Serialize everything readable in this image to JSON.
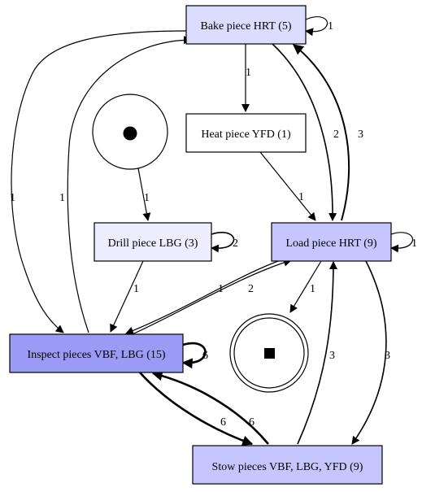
{
  "diagram": {
    "nodes": [
      {
        "id": "bake",
        "label": "Bake piece HRT (5)",
        "fill": "#dcdcff"
      },
      {
        "id": "heat",
        "label": "Heat piece YFD (1)",
        "fill": "#ffffff"
      },
      {
        "id": "drill",
        "label": "Drill piece LBG (3)",
        "fill": "#ededff"
      },
      {
        "id": "load",
        "label": "Load piece HRT (9)",
        "fill": "#c6c6ff"
      },
      {
        "id": "inspect",
        "label": "Inspect pieces VBF, LBG (15)",
        "fill": "#9b9bf5"
      },
      {
        "id": "stow",
        "label": "Stow pieces VBF, LBG, YFD (9)",
        "fill": "#c6c6ff"
      },
      {
        "id": "start",
        "label": "",
        "kind": "start-place"
      },
      {
        "id": "end",
        "label": "",
        "kind": "end-place"
      }
    ],
    "edges": [
      {
        "id": "bake-self",
        "from": "bake",
        "to": "bake",
        "label": "1"
      },
      {
        "id": "bake-heat",
        "from": "bake",
        "to": "heat",
        "label": "1"
      },
      {
        "id": "bake-load",
        "from": "bake",
        "to": "load",
        "label": "2"
      },
      {
        "id": "load-bake",
        "from": "load",
        "to": "bake",
        "label": "3"
      },
      {
        "id": "bake-inspect",
        "from": "bake",
        "to": "inspect",
        "label": "1"
      },
      {
        "id": "inspect-bake",
        "from": "inspect",
        "to": "bake",
        "label": "1"
      },
      {
        "id": "heat-load",
        "from": "heat",
        "to": "load",
        "label": "1"
      },
      {
        "id": "start-drill",
        "from": "start",
        "to": "drill",
        "label": "1"
      },
      {
        "id": "drill-self",
        "from": "drill",
        "to": "drill",
        "label": "2"
      },
      {
        "id": "drill-inspect",
        "from": "drill",
        "to": "inspect",
        "label": "1"
      },
      {
        "id": "load-self",
        "from": "load",
        "to": "load",
        "label": "1"
      },
      {
        "id": "load-inspect",
        "from": "load",
        "to": "inspect",
        "label": "1"
      },
      {
        "id": "inspect-load",
        "from": "inspect",
        "to": "load",
        "label": "2"
      },
      {
        "id": "load-end",
        "from": "load",
        "to": "end",
        "label": "1"
      },
      {
        "id": "load-stow",
        "from": "load",
        "to": "stow",
        "label": "3"
      },
      {
        "id": "stow-load",
        "from": "stow",
        "to": "load",
        "label": "3"
      },
      {
        "id": "inspect-self",
        "from": "inspect",
        "to": "inspect",
        "label": "6"
      },
      {
        "id": "inspect-stow",
        "from": "inspect",
        "to": "stow",
        "label": "6"
      },
      {
        "id": "stow-inspect",
        "from": "stow",
        "to": "inspect",
        "label": "6"
      }
    ]
  }
}
